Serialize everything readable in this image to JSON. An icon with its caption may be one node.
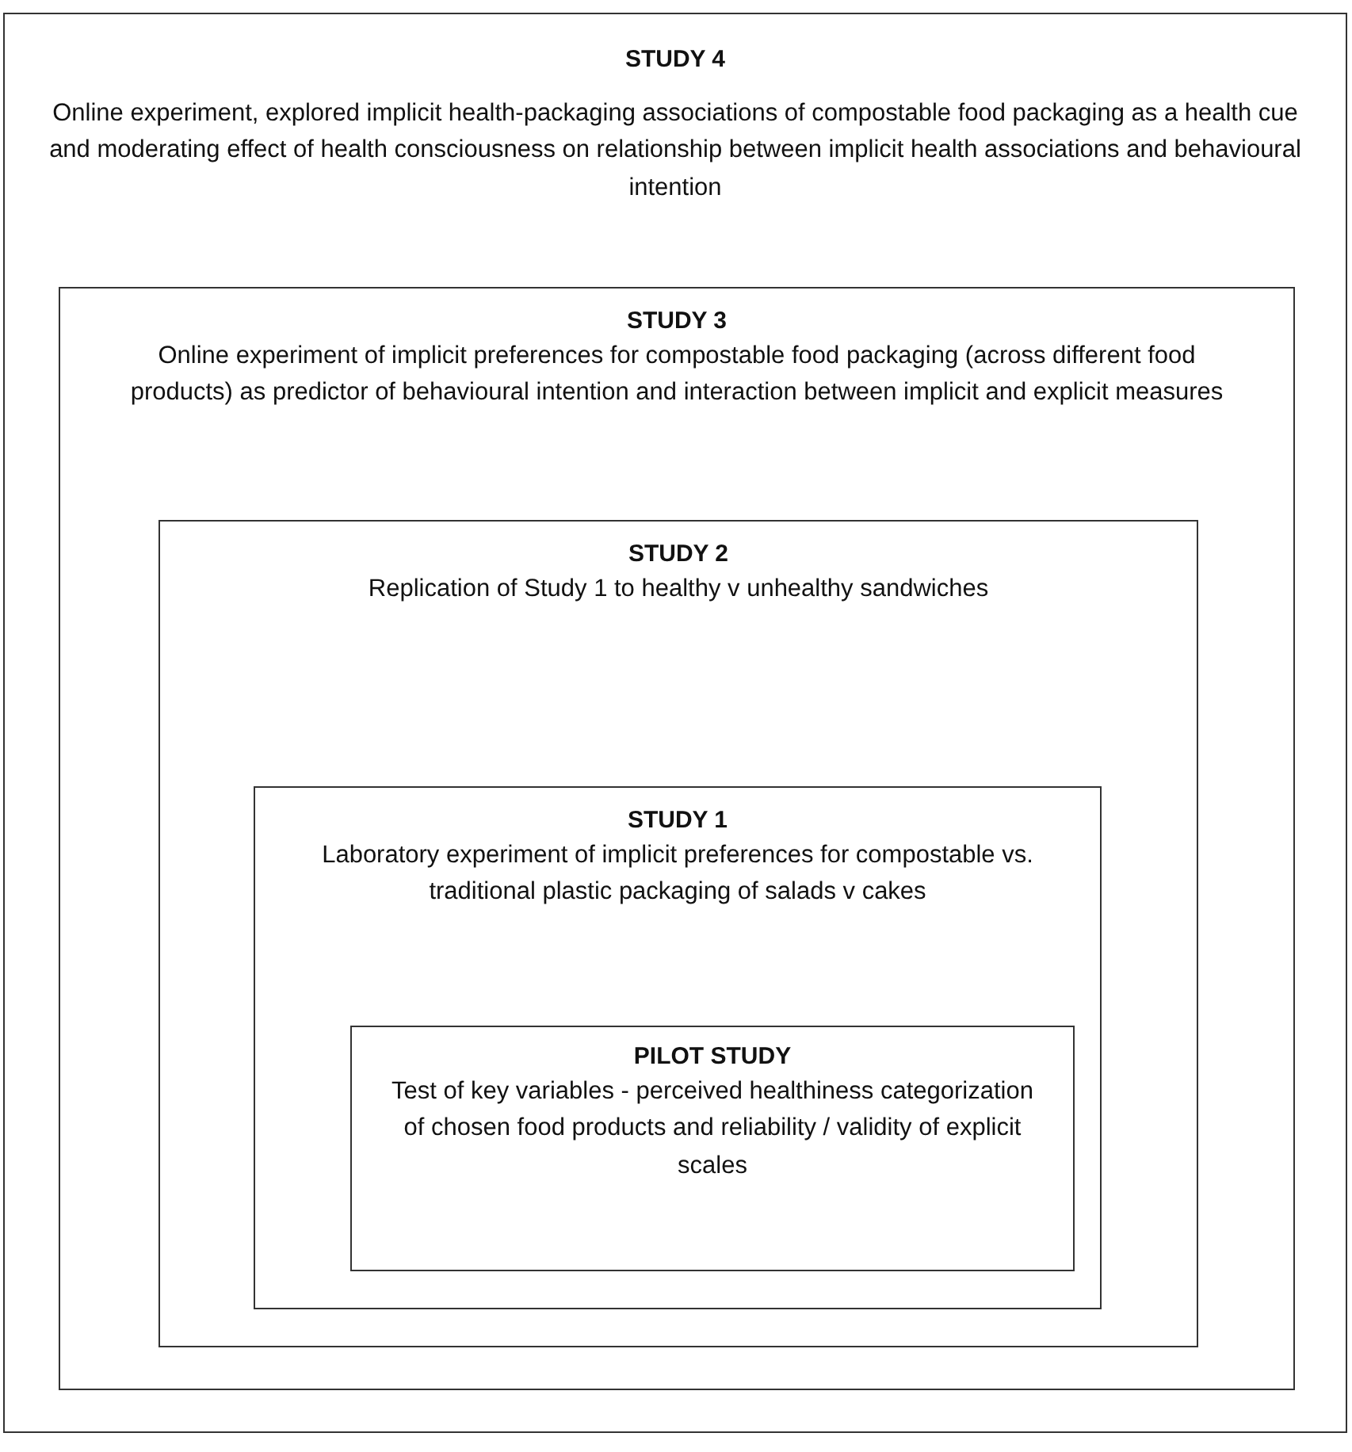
{
  "diagram": {
    "nodes": [
      {
        "text": [
          "STUDY 4",
          "Online experiment, explored implicit health-packaging associations of compostable food packaging as a health cue and moderating effect of health consciousness on relationship between implicit health associations and behavioural intention"
        ]
      },
      {
        "text": [
          "STUDY 3",
          "Online experiment of implicit preferences for compostable food packaging (across different food products) as predictor of behavioural intention and interaction between implicit and explicit measures"
        ],
        "in": 0
      },
      {
        "text": [
          "STUDY 2",
          "Replication of Study 1 to healthy v unhealthy sandwiches"
        ],
        "in": 1
      },
      {
        "text": [
          "STUDY 1",
          "Laboratory experiment of implicit preferences for compostable vs. traditional plastic packaging of salads v cakes"
        ],
        "in": 2
      },
      {
        "text": [
          "PILOT STUDY",
          "Test of key variables - perceived healthiness categorization of chosen food products and reliability / validity of explicit scales"
        ],
        "in": 3
      }
    ]
  }
}
